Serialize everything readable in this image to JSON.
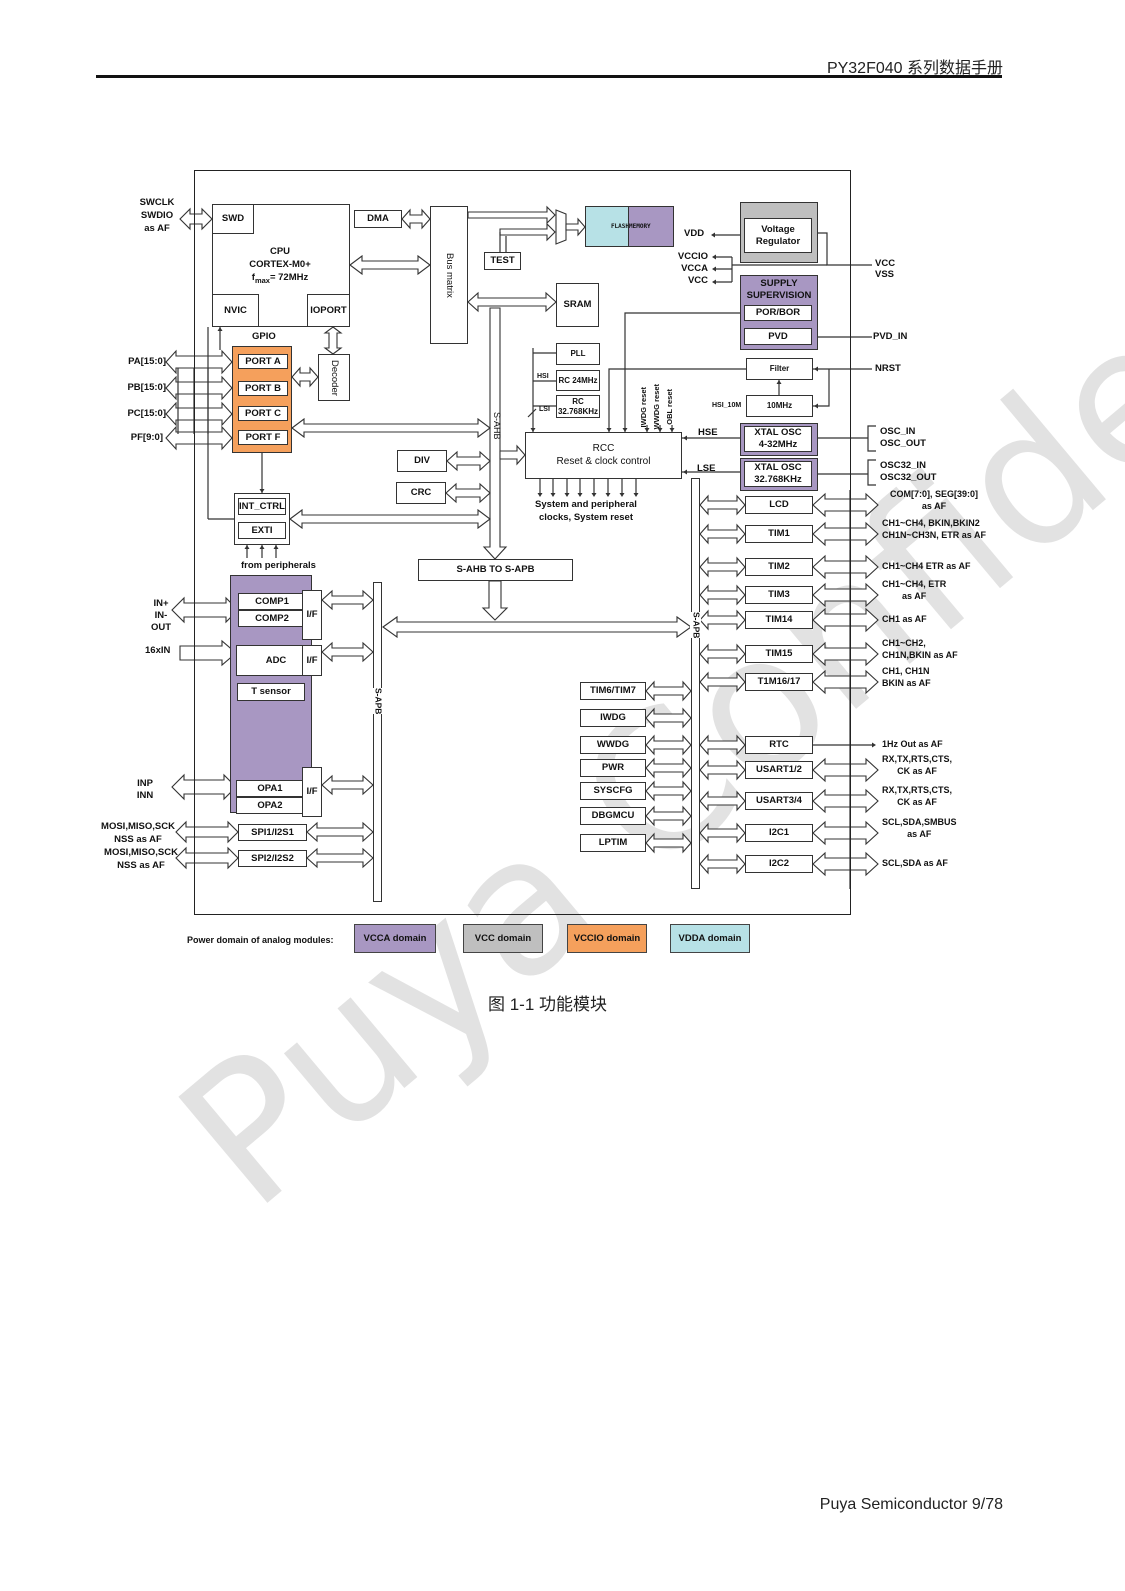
{
  "header": {
    "title": "PY32F040 系列数据手册"
  },
  "footer": {
    "text": "Puya Semiconductor 9/78"
  },
  "caption": "图 1-1 功能模块",
  "watermark": "Puya Confidential",
  "colors": {
    "vcca": "#a897c2",
    "vcc": "#bfbfbf",
    "vccio": "#f5a05c",
    "vdda": "#b7e1e6"
  },
  "diagram": {
    "swd_pins": [
      "SWCLK",
      "SWDIO",
      "as AF"
    ],
    "swd": "SWD",
    "cpu": {
      "title": "CPU",
      "core": "CORTEX-M0+",
      "fmax": "f",
      "fmax_sub": "max",
      "fmax_val": "= 72MHz"
    },
    "nvic": "NVIC",
    "ioport": "IOPORT",
    "dma": "DMA",
    "bus_matrix": "Bus matrix",
    "test": "TEST",
    "flash": {
      "a": "FLASH",
      "b": "MEMORY"
    },
    "sram": "SRAM",
    "vreg": {
      "line1": "Voltage",
      "line2": "Regulator"
    },
    "vdd": "VDD",
    "vcc_out": [
      "VCCIO",
      "VCCA",
      "VCC"
    ],
    "vcc_in": [
      "VCC",
      "VSS"
    ],
    "supply": {
      "title1": "SUPPLY",
      "title2": "SUPERVISION",
      "porbor": "POR/BOR",
      "pvd": "PVD"
    },
    "pvd_in": "PVD_IN",
    "filter": "Filter",
    "nrst": "NRST",
    "osc10": "10MHz",
    "hsi10": "HSI_10M",
    "pll": "PLL",
    "hsi": "HSI",
    "lsi": "LSI",
    "rc24": "RC 24MHz",
    "rc32": {
      "line1": "RC",
      "line2": "32.768KHz"
    },
    "resets": [
      "IWDG reset",
      "WWDG reset",
      "OBL reset"
    ],
    "rcc": {
      "line1": "RCC",
      "line2": "Reset & clock control"
    },
    "clocks_note": {
      "line1": "System and peripheral",
      "line2": "clocks, System reset"
    },
    "hse": "HSE",
    "lse": "LSE",
    "xtal_hs": {
      "line1": "XTAL OSC",
      "line2": "4-32MHz"
    },
    "xtal_ls": {
      "line1": "XTAL OSC",
      "line2": "32.768KHz"
    },
    "osc_pins": [
      "OSC_IN",
      "OSC_OUT"
    ],
    "osc32_pins": [
      "OSC32_IN",
      "OSC32_OUT"
    ],
    "gpio": {
      "title": "GPIO",
      "ports": [
        "PORT A",
        "PORT B",
        "PORT C",
        "PORT F"
      ],
      "pins": [
        "PA[15:0]",
        "PB[15:0]",
        "PC[15:0]",
        "PF[9:0]"
      ]
    },
    "decoder": "Decoder",
    "s_ahb": "S-AHB",
    "div": "DIV",
    "crc": "CRC",
    "int_ctrl": "INT_CTRL",
    "exti": "EXTI",
    "from_periph": "from peripherals",
    "bridge": "S-AHB TO S-APB",
    "s_apb": "S-APB",
    "analog": {
      "comp1": "COMP1",
      "comp2": "COMP2",
      "comp_pins": [
        "IN+",
        "IN-",
        "OUT"
      ],
      "adc": "ADC",
      "adc_pins": "16xIN",
      "tsensor": "T sensor",
      "opa1": "OPA1",
      "opa2": "OPA2",
      "opa_pins": [
        "INP",
        "INN"
      ],
      "if": "I/F"
    },
    "spi": [
      {
        "name": "SPI1/I2S1",
        "pins": [
          "MOSI,MISO,SCK",
          "NSS as AF"
        ]
      },
      {
        "name": "SPI2/I2S2",
        "pins": [
          "MOSI,MISO,SCK",
          "NSS as AF"
        ]
      }
    ],
    "mid_periph": [
      "TIM6/TIM7",
      "IWDG",
      "WWDG",
      "PWR",
      "SYSCFG",
      "DBGMCU",
      "LPTIM"
    ],
    "right_periph": [
      {
        "name": "LCD",
        "pins": [
          "COM[7:0], SEG[39:0]",
          "as AF"
        ]
      },
      {
        "name": "TIM1",
        "pins": [
          "CH1~CH4, BKIN,BKIN2",
          "CH1N~CH3N, ETR  as AF"
        ]
      },
      {
        "name": "TIM2",
        "pins": [
          "CH1~CH4 ETR  as AF"
        ]
      },
      {
        "name": "TIM3",
        "pins": [
          "CH1~CH4,  ETR",
          "as AF"
        ]
      },
      {
        "name": "TIM14",
        "pins": [
          "CH1 as AF"
        ]
      },
      {
        "name": "TIM15",
        "pins": [
          "CH1~CH2,",
          "CH1N,BKIN as AF"
        ]
      },
      {
        "name": "T1M16/17",
        "pins": [
          "CH1, CH1N",
          "BKIN as AF"
        ]
      },
      {
        "name": "RTC",
        "pins": [
          "1Hz Out as AF"
        ]
      },
      {
        "name": "USART1/2",
        "pins": [
          "RX,TX,RTS,CTS,",
          "CK as AF"
        ]
      },
      {
        "name": "USART3/4",
        "pins": [
          "RX,TX,RTS,CTS,",
          "CK as AF"
        ]
      },
      {
        "name": "I2C1",
        "pins": [
          "SCL,SDA,SMBUS",
          "as AF"
        ]
      },
      {
        "name": "I2C2",
        "pins": [
          "SCL,SDA as AF"
        ]
      }
    ]
  },
  "legend": {
    "label": "Power domain of analog modules:",
    "items": [
      {
        "name": "VCCA domain",
        "color": "#a897c2"
      },
      {
        "name": "VCC domain",
        "color": "#bfbfbf"
      },
      {
        "name": "VCCIO domain",
        "color": "#f5a05c"
      },
      {
        "name": "VDDA domain",
        "color": "#b7e1e6"
      }
    ]
  }
}
